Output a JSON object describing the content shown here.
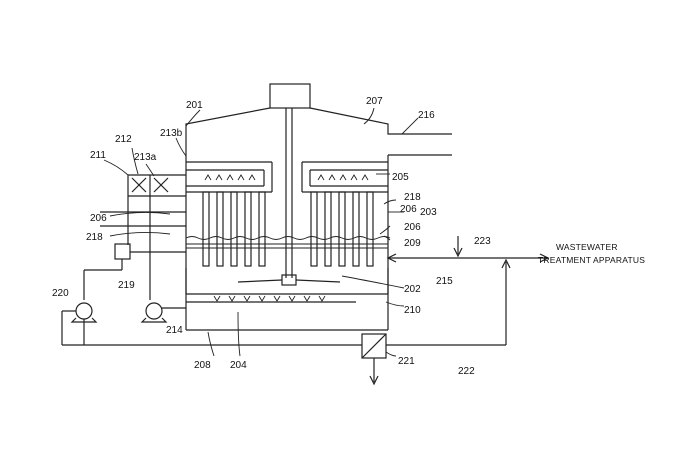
{
  "figure": {
    "destination_label_line1": "WASTEWATER",
    "destination_label_line2": "TREATMENT APPARATUS"
  },
  "labels": {
    "l201": "201",
    "l202": "202",
    "l203": "203",
    "l204": "204",
    "l205": "205",
    "l206_left": "206",
    "l206_right_a": "206",
    "l206_right_b": "206",
    "l207": "207",
    "l208": "208",
    "l209": "209",
    "l210": "210",
    "l211": "211",
    "l212": "212",
    "l213a": "213a",
    "l213b": "213b",
    "l214": "214",
    "l215": "215",
    "l216": "216",
    "l218_left": "218",
    "l218_right": "218",
    "l219": "219",
    "l220": "220",
    "l221": "221",
    "l222": "222",
    "l223": "223"
  }
}
